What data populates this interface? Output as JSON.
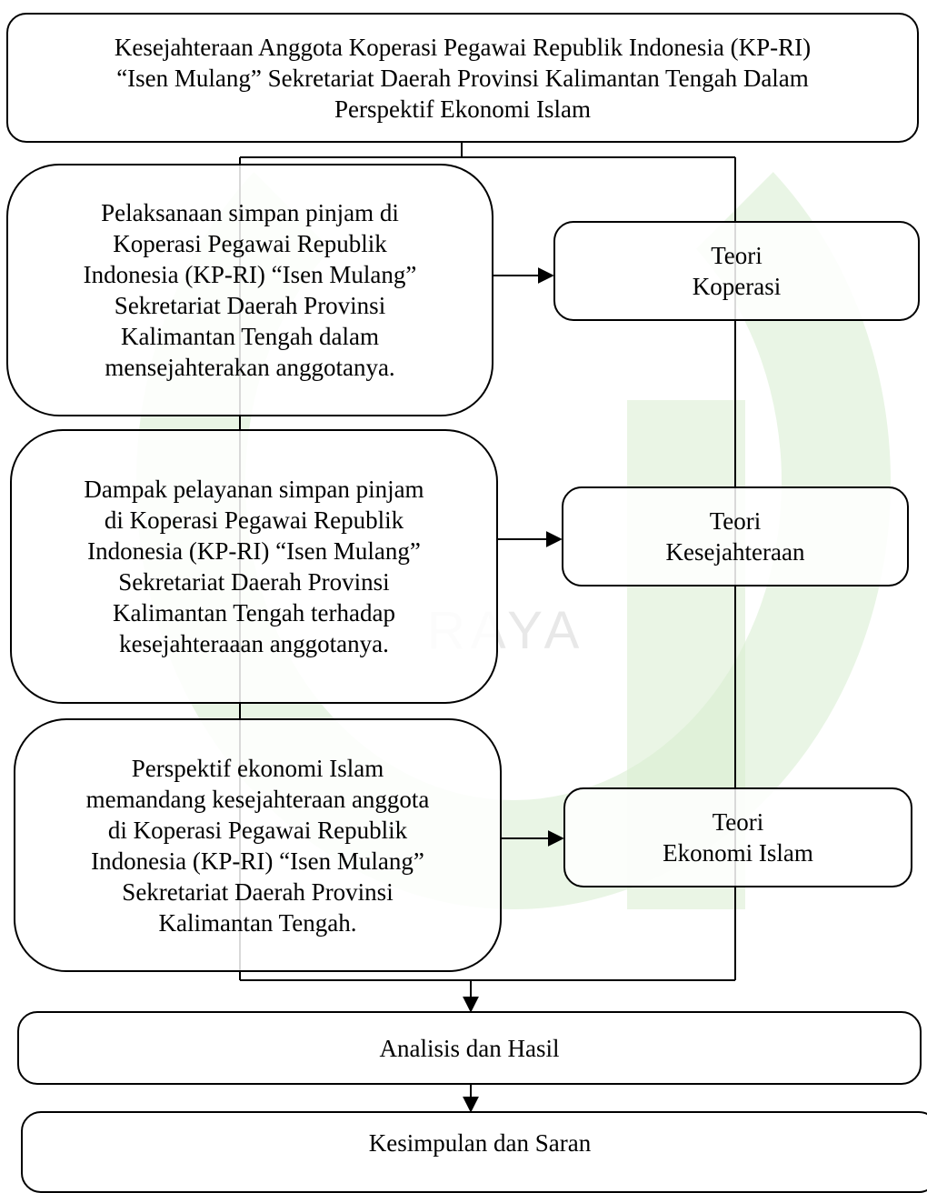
{
  "diagram": {
    "title_box": "Kesejahteraan Anggota Koperasi Pegawai Republik Indonesia (KP-RI)\n“Isen Mulang” Sekretariat Daerah Provinsi Kalimantan Tengah Dalam\nPerspektif Ekonomi Islam",
    "problems": [
      "Pelaksanaan simpan pinjam di\nKoperasi Pegawai Republik\nIndonesia (KP-RI) “Isen Mulang”\nSekretariat Daerah Provinsi\nKalimantan Tengah dalam\nmensejahterakan anggotanya.",
      "Dampak pelayanan simpan pinjam\ndi Koperasi Pegawai Republik\nIndonesia (KP-RI) “Isen Mulang”\nSekretariat Daerah Provinsi\nKalimantan Tengah terhadap\nkesejahteraaan anggotanya.",
      "Perspektif ekonomi Islam\nmemandang kesejahteraan anggota\ndi Koperasi Pegawai Republik\nIndonesia (KP-RI) “Isen Mulang”\nSekretariat Daerah Provinsi\nKalimantan Tengah."
    ],
    "theories": [
      "Teori\nKoperasi",
      "Teori\nKesejahteraan",
      "Teori\nEkonomi Islam"
    ],
    "analysis": "Analisis dan Hasil",
    "conclusion": "Kesimpulan dan Saran"
  },
  "watermark": {
    "text": "RAYA",
    "color": "#d8edd0"
  }
}
